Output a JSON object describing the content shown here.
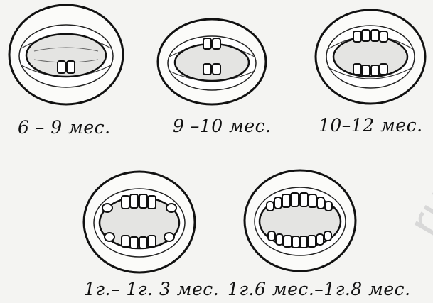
{
  "figure": {
    "stages": [
      {
        "caption": "6 – 9 мес.",
        "icon": "mouth-two-lower-incisors-icon"
      },
      {
        "caption": "9 –10 мес.",
        "icon": "mouth-two-upper-two-lower-incisors-icon"
      },
      {
        "caption": "10–12 мес.",
        "icon": "mouth-four-upper-four-lower-incisors-icon"
      },
      {
        "caption": "1г.– 1г. 3 мес.",
        "icon": "mouth-incisors-and-first-molars-icon"
      },
      {
        "caption": "1г.6 мес.–1г.8 мес.",
        "icon": "mouth-incisors-molars-canines-icon"
      }
    ],
    "watermark": "ru"
  }
}
